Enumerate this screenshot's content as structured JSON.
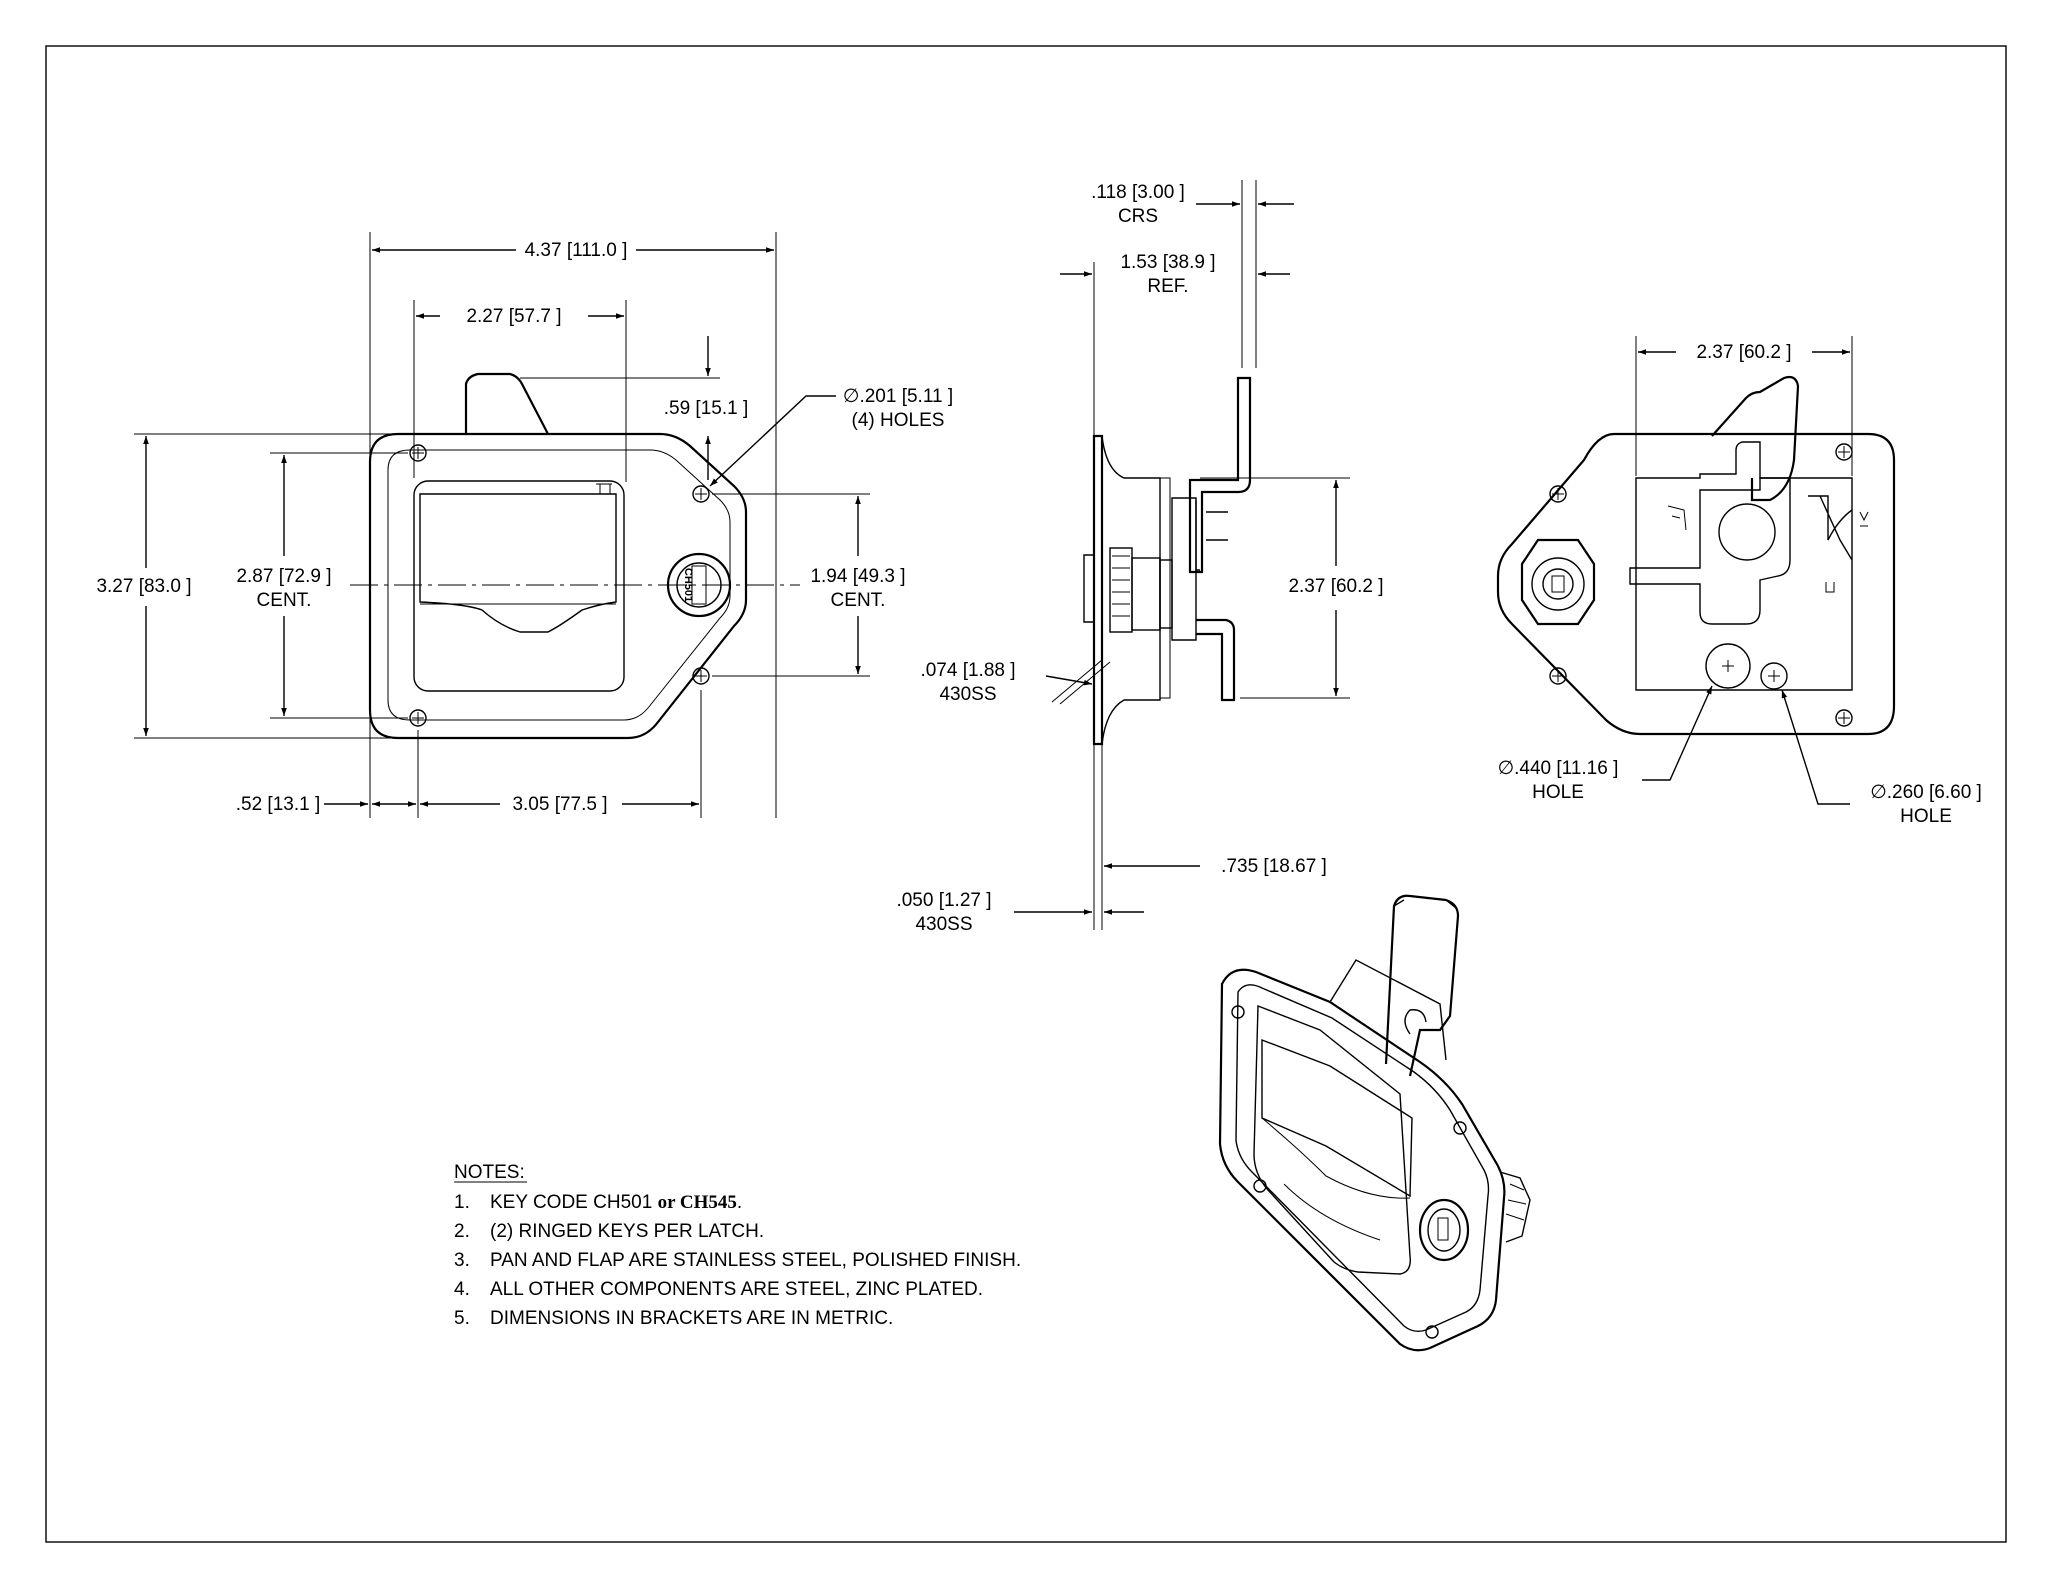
{
  "front_view": {
    "overall_width": "4.37 [111.0 ]",
    "flap_width": "2.27 [57.7 ]",
    "hook_offset": ".59 [15.1 ]",
    "hole_callout_line1": "∅.201 [5.11 ]",
    "hole_callout_line2": "(4) HOLES",
    "overall_height": "3.27 [83.0 ]",
    "hole_spacing_left_line1": "2.87 [72.9 ]",
    "hole_spacing_left_line2": "CENT.",
    "hole_spacing_right_line1": "1.94 [49.3 ]",
    "hole_spacing_right_line2": "CENT.",
    "edge_to_hole": ".52 [13.1 ]",
    "hole_to_hole": "3.05 [77.5 ]",
    "lock_label": "CH501"
  },
  "side_view": {
    "hook_thickness_line1": ".118 [3.00 ]",
    "hook_thickness_line2": "CRS",
    "ref_depth_line1": "1.53 [38.9 ]",
    "ref_depth_line2": "REF.",
    "housing_height": "2.37 [60.2 ]",
    "flange_thickness_line1": ".074 [1.88 ]",
    "flange_thickness_line2": "430SS",
    "pan_depth": ".735 [18.67 ]",
    "pan_thickness_line1": ".050 [1.27 ]",
    "pan_thickness_line2": "430SS"
  },
  "rear_view": {
    "housing_width": "2.37 [60.2 ]",
    "large_hole_line1": "∅.440 [11.16 ]",
    "large_hole_line2": "HOLE",
    "small_hole_line1": "∅.260 [6.60 ]",
    "small_hole_line2": "HOLE"
  },
  "notes": {
    "heading": "NOTES:",
    "items": [
      {
        "num": "1.",
        "text": "KEY CODE CH501 ",
        "bold": "or CH545",
        "tail": "."
      },
      {
        "num": "2.",
        "text": "(2) RINGED KEYS PER LATCH."
      },
      {
        "num": "3.",
        "text": "PAN AND FLAP ARE STAINLESS STEEL, POLISHED FINISH."
      },
      {
        "num": "4.",
        "text": "ALL OTHER COMPONENTS ARE STEEL, ZINC PLATED."
      },
      {
        "num": "5.",
        "text": "DIMENSIONS IN BRACKETS ARE IN METRIC."
      }
    ]
  }
}
